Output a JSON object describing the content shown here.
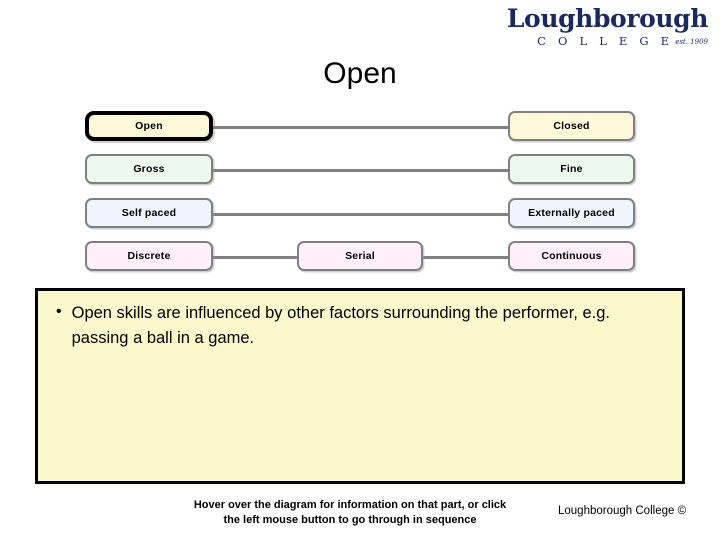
{
  "logo": {
    "word": "Loughborough",
    "college": "C O L L E G E",
    "est": "est. 1909",
    "color": "#1b2a5e"
  },
  "title": "Open",
  "diagram": {
    "rows": [
      {
        "name": "environment",
        "fill": "#fdf8d8",
        "nodes": [
          {
            "label": "Open",
            "position": "left",
            "selected": true
          },
          {
            "label": "Closed",
            "position": "right",
            "selected": false
          }
        ],
        "connectors": [
          {
            "from": "left",
            "to": "right"
          }
        ]
      },
      {
        "name": "muscular-involvement",
        "fill": "#eef9ee",
        "nodes": [
          {
            "label": "Gross",
            "position": "left",
            "selected": false
          },
          {
            "label": "Fine",
            "position": "right",
            "selected": false
          }
        ],
        "connectors": [
          {
            "from": "left",
            "to": "right"
          }
        ]
      },
      {
        "name": "pacing",
        "fill": "#eff5fd",
        "nodes": [
          {
            "label": "Self paced",
            "position": "left",
            "selected": false
          },
          {
            "label": "Externally paced",
            "position": "right",
            "selected": false
          }
        ],
        "connectors": [
          {
            "from": "left",
            "to": "right"
          }
        ]
      },
      {
        "name": "continuity",
        "fill": "#fdf0fa",
        "nodes": [
          {
            "label": "Discrete",
            "position": "left",
            "selected": false
          },
          {
            "label": "Serial",
            "position": "mid",
            "selected": false
          },
          {
            "label": "Continuous",
            "position": "right",
            "selected": false
          }
        ],
        "connectors": [
          {
            "from": "left",
            "to": "mid"
          },
          {
            "from": "mid",
            "to": "right"
          }
        ]
      }
    ],
    "connector_color": "#808080"
  },
  "content": {
    "bullet_glyph": "•",
    "bullet_text": "Open skills are influenced by other factors surrounding the performer, e.g. passing a ball in a game.",
    "border_color": "#000000",
    "fill": "#fcf8cd"
  },
  "footer": {
    "hint_line_1": "Hover over the diagram for information on that part, or click",
    "hint_line_2": "the left mouse button to go through in sequence",
    "copyright": "Loughborough College ©"
  }
}
